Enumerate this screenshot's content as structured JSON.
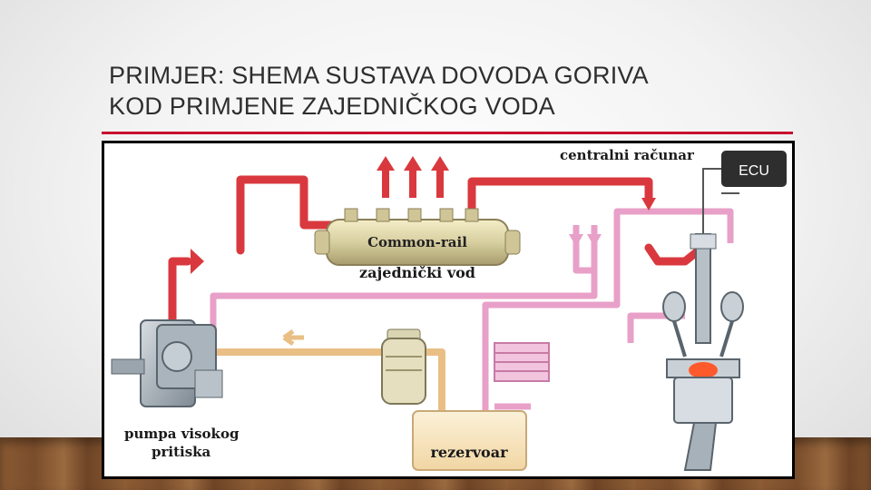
{
  "slide": {
    "title_line1": "PRIMJER: SHEMA SUSTAVA DOVODA GORIVA",
    "title_line2": "KOD PRIMJENE ZAJEDNIČKOG VODA"
  },
  "diagram": {
    "ecu_label": "ECU",
    "computer_label": "centralni računar",
    "rail_label": "Common-rail",
    "rail_caption": "zajednički vod",
    "pump_caption_line1": "pumpa visokog",
    "pump_caption_line2": "pritiska",
    "tank_label": "rezervoar",
    "colors": {
      "high_pressure": "#d9393e",
      "return_line": "#e8a0c8",
      "low_pressure": "#e9bf86",
      "accent_rule": "#c8102e"
    }
  }
}
